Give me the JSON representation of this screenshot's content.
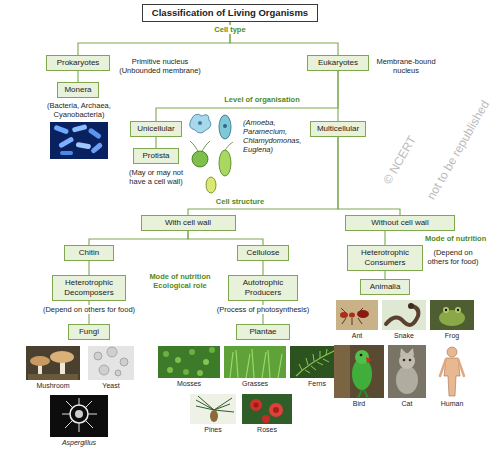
{
  "diagram": {
    "nodes": [
      {
        "text": [
          "Classification of Living Organisms"
        ]
      },
      {
        "text": [
          "Prokaryotes"
        ]
      },
      {
        "text": [
          "Eukaryotes"
        ]
      },
      {
        "text": [
          "Monera"
        ]
      },
      {
        "text": [
          "Unicellular"
        ]
      },
      {
        "text": [
          "Multicellular"
        ]
      },
      {
        "text": [
          "Protista"
        ]
      },
      {
        "text": [
          "With cell wall"
        ]
      },
      {
        "text": [
          "Without cell wall"
        ]
      },
      {
        "text": [
          "Chitin"
        ]
      },
      {
        "text": [
          "Cellulose"
        ]
      },
      {
        "text": [
          "Heterotrophic Consumers"
        ]
      },
      {
        "text": [
          "Heterotrophic Decomposers"
        ]
      },
      {
        "text": [
          "Autotrophic Producers"
        ]
      },
      {
        "text": [
          "Animalia"
        ]
      },
      {
        "text": [
          "Fungi"
        ]
      },
      {
        "text": [
          "Plantae"
        ]
      }
    ],
    "edges": [
      {
        "from": 0,
        "to": 1,
        "arrow": "none"
      },
      {
        "from": 0,
        "to": 2,
        "arrow": "none"
      },
      {
        "from": 1,
        "to": 3,
        "arrow": "none"
      },
      {
        "from": 2,
        "to": 4,
        "arrow": "none"
      },
      {
        "from": 2,
        "to": 5,
        "arrow": "none"
      },
      {
        "from": 4,
        "to": 6,
        "arrow": "none"
      },
      {
        "from": 5,
        "to": 7,
        "arrow": "none"
      },
      {
        "from": 5,
        "to": 8,
        "arrow": "none"
      },
      {
        "from": 7,
        "to": 9,
        "arrow": "none"
      },
      {
        "from": 7,
        "to": 10,
        "arrow": "none"
      },
      {
        "from": 8,
        "to": 11,
        "arrow": "none"
      },
      {
        "from": 9,
        "to": 12,
        "arrow": "none"
      },
      {
        "from": 10,
        "to": 13,
        "arrow": "none"
      },
      {
        "from": 11,
        "to": 14,
        "arrow": "none"
      },
      {
        "from": 12,
        "to": 15,
        "arrow": "none"
      },
      {
        "from": 13,
        "to": 16,
        "arrow": "none"
      }
    ],
    "labels": [
      "Cell type",
      "Primitive nucleus (Unbounded membrane)",
      "Membrane-bound nucleus",
      "(Bacteria, Archaea, Cyanobacteria)",
      "Level of organisation",
      "(Amoeba, Paramecium, Chlamydomonas, Euglena)",
      "(May or may not have a cell wall)",
      "Cell structure",
      "Mode of nutrition",
      "(Depend on others for food)",
      "Mode of nutrition Ecological role",
      "(Depend on others for food)",
      "(Process of photosynthesis)",
      "Mushroom",
      "Yeast",
      "Aspergillus",
      "Mosses",
      "Grasses",
      "Ferns",
      "Pines",
      "Roses",
      "Ant",
      "Snake",
      "Frog",
      "Bird",
      "Cat",
      "Human",
      "© NCERT",
      "not to be republished"
    ]
  }
}
